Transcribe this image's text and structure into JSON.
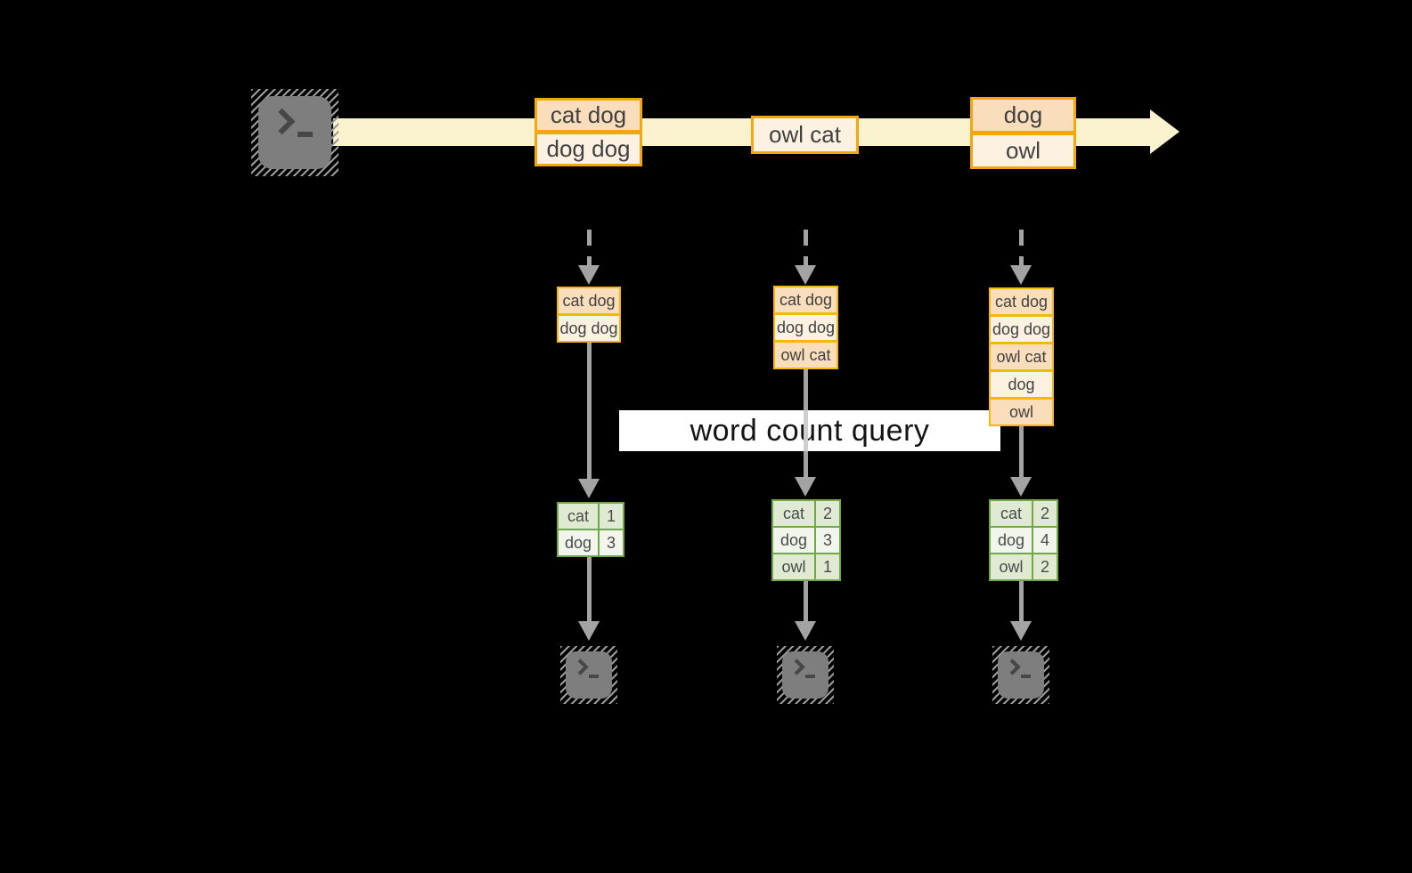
{
  "query": {
    "label": "word count query"
  },
  "stream": {
    "source": {
      "icon": "terminal-icon"
    },
    "records": [
      {
        "rows": [
          "cat dog",
          "dog dog"
        ]
      },
      {
        "rows": [
          "owl cat"
        ]
      },
      {
        "rows": [
          "dog",
          "owl"
        ]
      }
    ]
  },
  "buffers": [
    {
      "rows": [
        "cat dog",
        "dog dog"
      ]
    },
    {
      "rows": [
        "cat dog",
        "dog dog",
        "owl cat"
      ]
    },
    {
      "rows": [
        "cat dog",
        "dog dog",
        "owl cat",
        "dog",
        "owl"
      ]
    }
  ],
  "tables": [
    {
      "rows": [
        {
          "word": "cat",
          "count": "1"
        },
        {
          "word": "dog",
          "count": "3"
        }
      ]
    },
    {
      "rows": [
        {
          "word": "cat",
          "count": "2"
        },
        {
          "word": "dog",
          "count": "3"
        },
        {
          "word": "owl",
          "count": "1"
        }
      ]
    },
    {
      "rows": [
        {
          "word": "cat",
          "count": "2"
        },
        {
          "word": "dog",
          "count": "4"
        },
        {
          "word": "owl",
          "count": "2"
        }
      ]
    }
  ],
  "sinks": [
    {
      "icon": "terminal-icon"
    },
    {
      "icon": "terminal-icon"
    },
    {
      "icon": "terminal-icon"
    }
  ],
  "colors": {
    "background": "#000000",
    "stream_band": "#FAF1CE",
    "record_border": "#F2A70E",
    "buffer_border": "#F4B70C",
    "fill_dark": "#FADEBB",
    "fill_light": "#FDF2E2",
    "table_border": "#6FA845",
    "table_fill_dark": "#E0EAD3",
    "table_fill_light": "#F1F5EC",
    "arrow": "#A3A3A3",
    "banner_bg": "#FFFFFF",
    "icon_gray": "#7E7E7E",
    "text": "#414141"
  }
}
